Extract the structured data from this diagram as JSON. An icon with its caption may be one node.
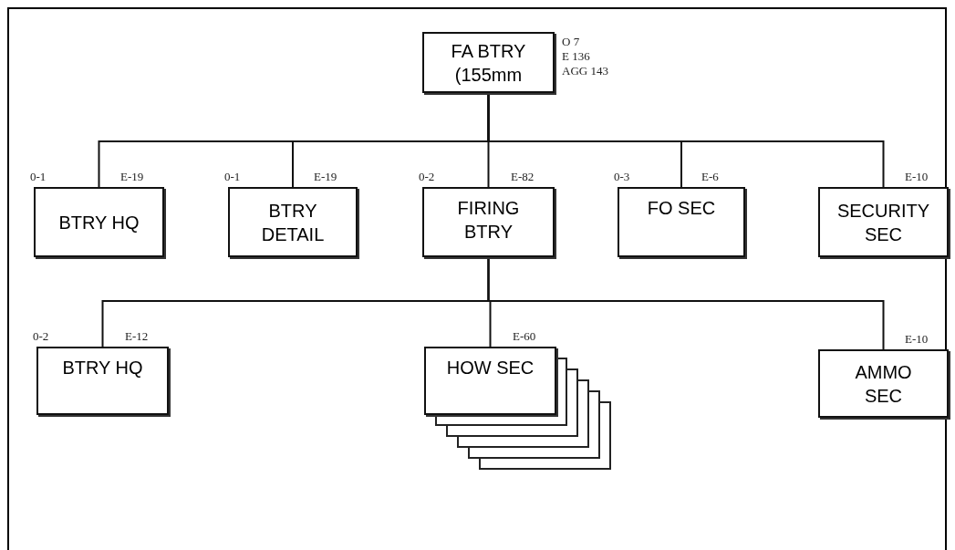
{
  "diagram": {
    "nodes": [
      {
        "text": [
          "FA BTRY (155mm"
        ],
        "beside": [
          "O 7",
          "E 136",
          "AGG 143"
        ]
      },
      {
        "text": [
          "BTRY HQ"
        ],
        "beside": [
          "0-1",
          "E-19"
        ]
      },
      {
        "text": [
          "BTRY DETAIL"
        ],
        "beside": [
          "0-1",
          "E-19"
        ]
      },
      {
        "text": [
          "FIRING BTRY"
        ],
        "beside": [
          "0-2",
          "E-82"
        ]
      },
      {
        "text": [
          "FO SEC"
        ],
        "beside": [
          "0-3",
          "E-6"
        ]
      },
      {
        "text": [
          "SECURITY SEC"
        ],
        "beside": [
          "E-10"
        ]
      },
      {
        "text": [
          "BTRY HQ"
        ],
        "beside": [
          "0-2",
          "E-12"
        ]
      },
      {
        "text": [
          "HOW SEC"
        ],
        "beside": [
          "E-60"
        ]
      },
      {
        "text": [
          "AMMO SEC"
        ],
        "beside": [
          "E-10"
        ]
      }
    ],
    "edges": [
      {
        "from": 0,
        "to": 1,
        "arrow": "none"
      },
      {
        "from": 0,
        "to": 2,
        "arrow": "none"
      },
      {
        "from": 0,
        "to": 3,
        "arrow": "none"
      },
      {
        "from": 0,
        "to": 4,
        "arrow": "none"
      },
      {
        "from": 0,
        "to": 5,
        "arrow": "none"
      },
      {
        "from": 3,
        "to": 6,
        "arrow": "none"
      },
      {
        "from": 3,
        "to": 7,
        "arrow": "none"
      },
      {
        "from": 3,
        "to": 8,
        "arrow": "none"
      }
    ]
  }
}
